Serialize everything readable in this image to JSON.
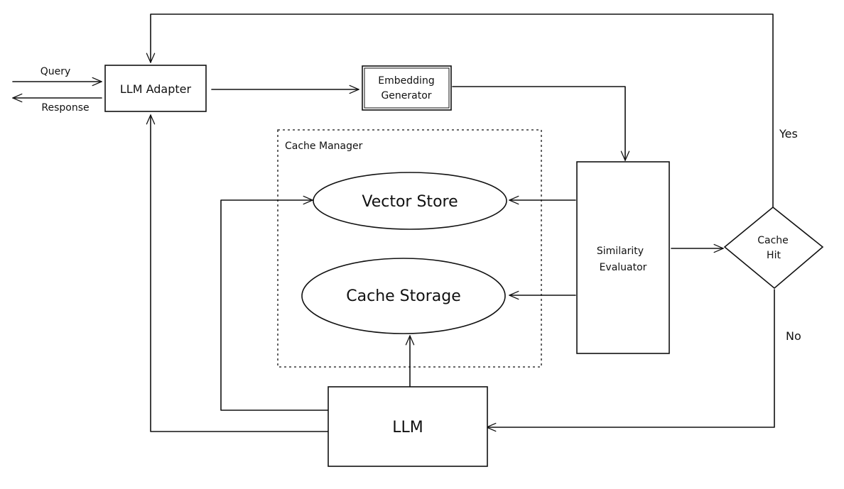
{
  "diagram": {
    "nodes": {
      "llm_adapter": "LLM Adapter",
      "embedding_generator_line1": "Embedding",
      "embedding_generator_line2": "Generator",
      "cache_manager": "Cache Manager",
      "vector_store": "Vector Store",
      "cache_storage": "Cache Storage",
      "similarity_evaluator_line1": "Similarity",
      "similarity_evaluator_line2": "Evaluator",
      "cache_hit_line1": "Cache",
      "cache_hit_line2": "Hit",
      "llm": "LLM"
    },
    "edge_labels": {
      "query": "Query",
      "response": "Response",
      "yes": "Yes",
      "no": "No"
    }
  }
}
